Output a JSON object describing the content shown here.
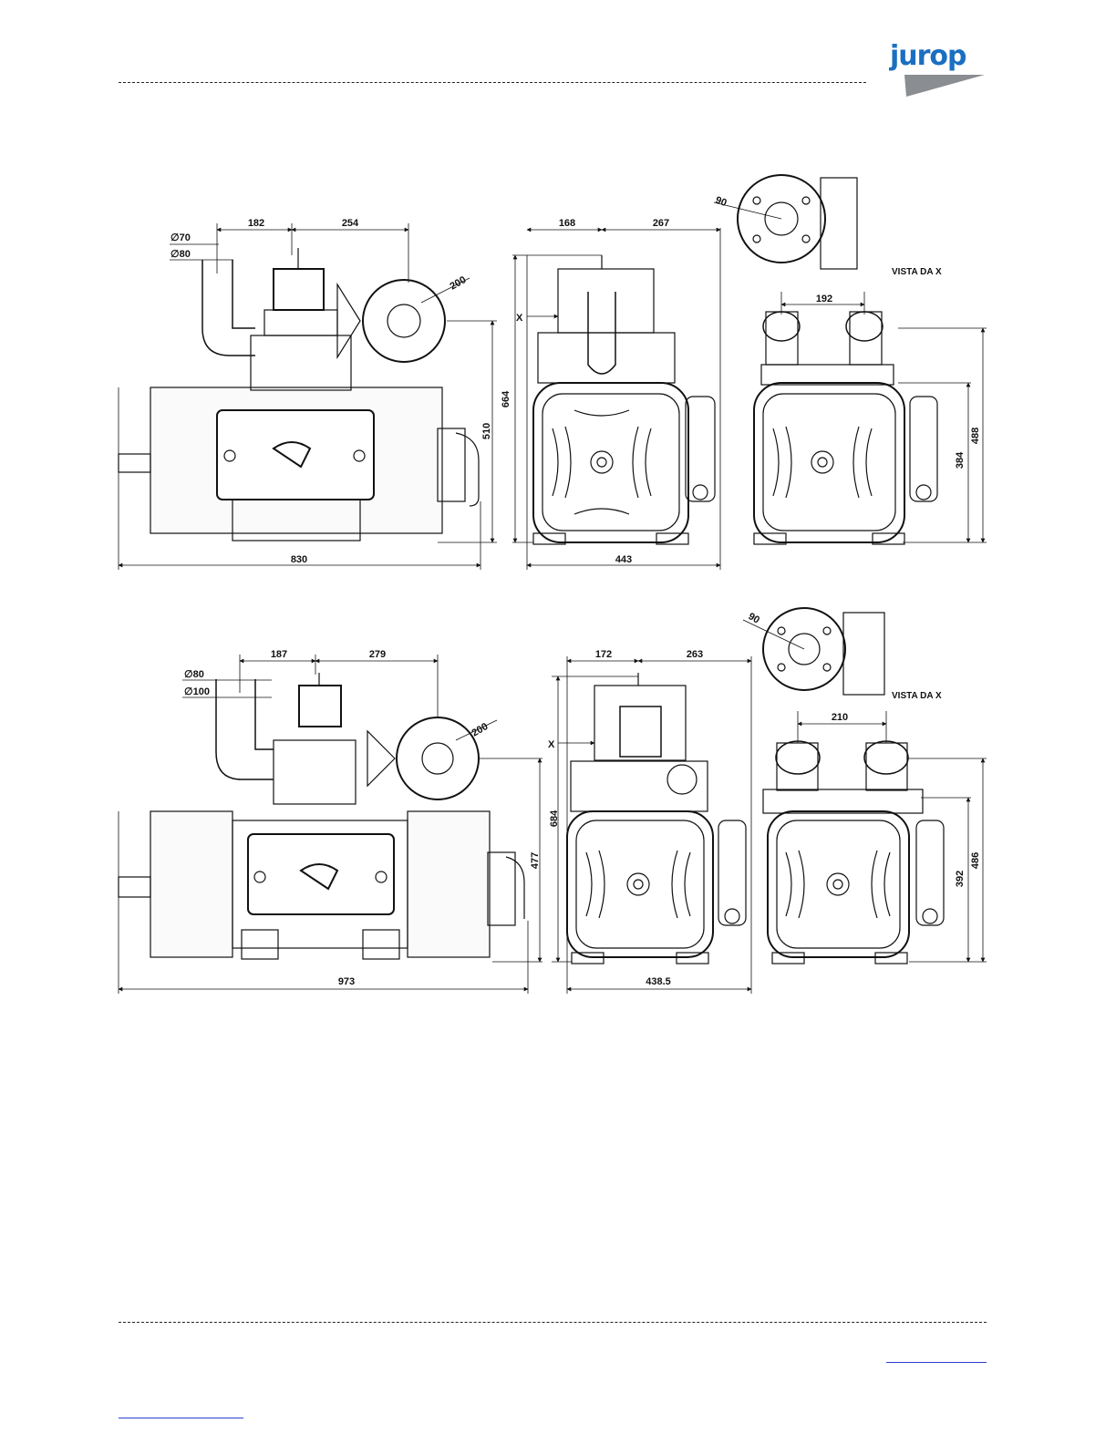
{
  "header": {
    "logo_text": "jurop"
  },
  "drawing_top": {
    "side": {
      "dim_a": "182",
      "dim_b": "254",
      "dia_1": "∅70",
      "dia_2": "∅80",
      "flange": "200",
      "height": "510",
      "length": "830"
    },
    "front": {
      "dim_a": "168",
      "dim_b": "267",
      "marker": "X",
      "height": "664",
      "width": "443"
    },
    "view_x": {
      "angle": "90",
      "caption": "VISTA DA X"
    },
    "rear": {
      "spacing": "192",
      "height_a": "384",
      "height_b": "488"
    }
  },
  "drawing_bottom": {
    "side": {
      "dim_a": "187",
      "dim_b": "279",
      "dia_1": "∅80",
      "dia_2": "∅100",
      "flange": "200",
      "height": "477",
      "length": "973"
    },
    "front": {
      "dim_a": "172",
      "dim_b": "263",
      "marker": "X",
      "height": "684",
      "width": "438.5"
    },
    "view_x": {
      "angle": "90",
      "caption": "VISTA DA X"
    },
    "rear": {
      "spacing": "210",
      "height_a": "392",
      "height_b": "486"
    }
  },
  "colors": {
    "brand_blue": "#1a6fc1",
    "logo_grey": "#8a8d91",
    "line": "#111111",
    "link": "#2a3fd0"
  }
}
